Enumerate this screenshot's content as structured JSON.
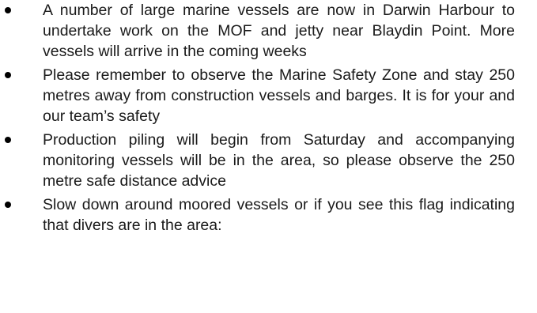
{
  "bullets": [
    {
      "text": "A number of large marine vessels are now in Darwin Harbour to undertake work on the MOF and jetty near Blaydin Point. More vessels will arrive in the coming weeks"
    },
    {
      "text": "Please remember to observe the Marine Safety Zone and stay 250 metres away from construction vessels and barges. It is for your and our team’s safety"
    },
    {
      "text": "Production piling will begin from Saturday and accompanying monitoring vessels will be in the area, so please observe the 250 metre safe distance advice"
    },
    {
      "text": "Slow down around moored vessels or if you see this flag indicating that divers are in the area:"
    }
  ]
}
